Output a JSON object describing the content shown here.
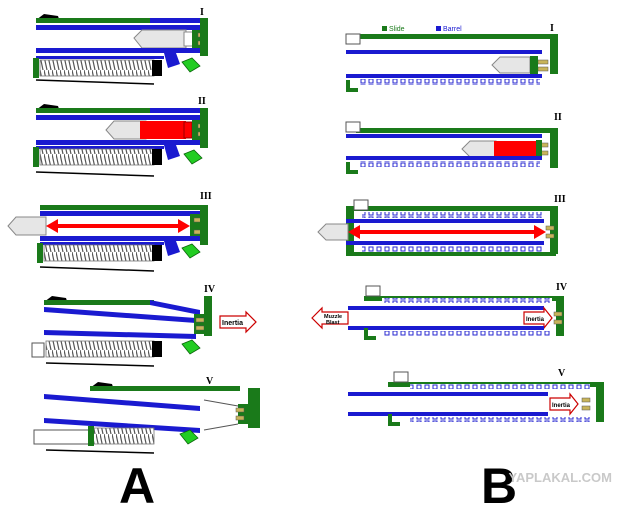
{
  "columns": {
    "a": {
      "label": "A",
      "stages": [
        "I",
        "II",
        "III",
        "IV",
        "V"
      ]
    },
    "b": {
      "label": "B",
      "stages": [
        "I",
        "II",
        "III",
        "IV",
        "V"
      ]
    }
  },
  "legend": {
    "slide": "Slide",
    "barrel": "Barrel"
  },
  "annotations": {
    "inertia": "Inertia",
    "muzzle_blast_1": "Muzzle",
    "muzzle_blast_2": "Blast"
  },
  "watermark": "YAPLAKAL.COM",
  "colors": {
    "slide": "#1a7a1a",
    "barrel": "#1a1ad0",
    "gas": "#ff0000",
    "bullet": "#e6e6e6",
    "spring": "#555555",
    "lug": "#22cc22",
    "frame": "#000000"
  }
}
